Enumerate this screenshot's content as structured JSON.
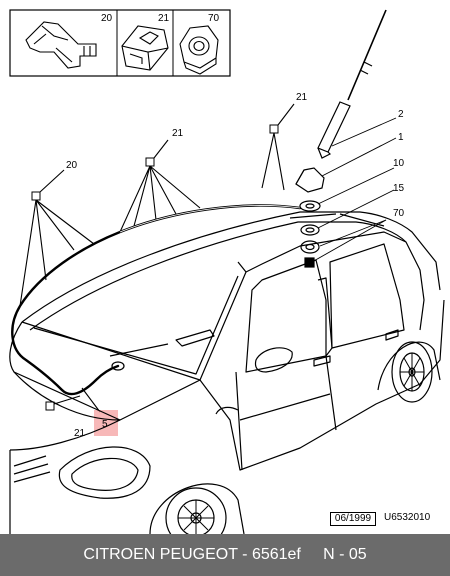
{
  "callouts": {
    "c20_top": "20",
    "c21_top": "21",
    "c70_top": "70",
    "c21_roof": "21",
    "c21_mid": "21",
    "c20_left": "20",
    "c21_bottom": "21",
    "c5": "5",
    "c2": "2",
    "c1": "1",
    "c10": "10",
    "c15": "15",
    "c70_right": "70"
  },
  "stamp": {
    "date": "06/1999",
    "ref": "U6532010"
  },
  "footer": {
    "text": "CITROEN PEUGEOT - 6561ef     N - 05"
  },
  "highlight_color": "#f4a0a0"
}
